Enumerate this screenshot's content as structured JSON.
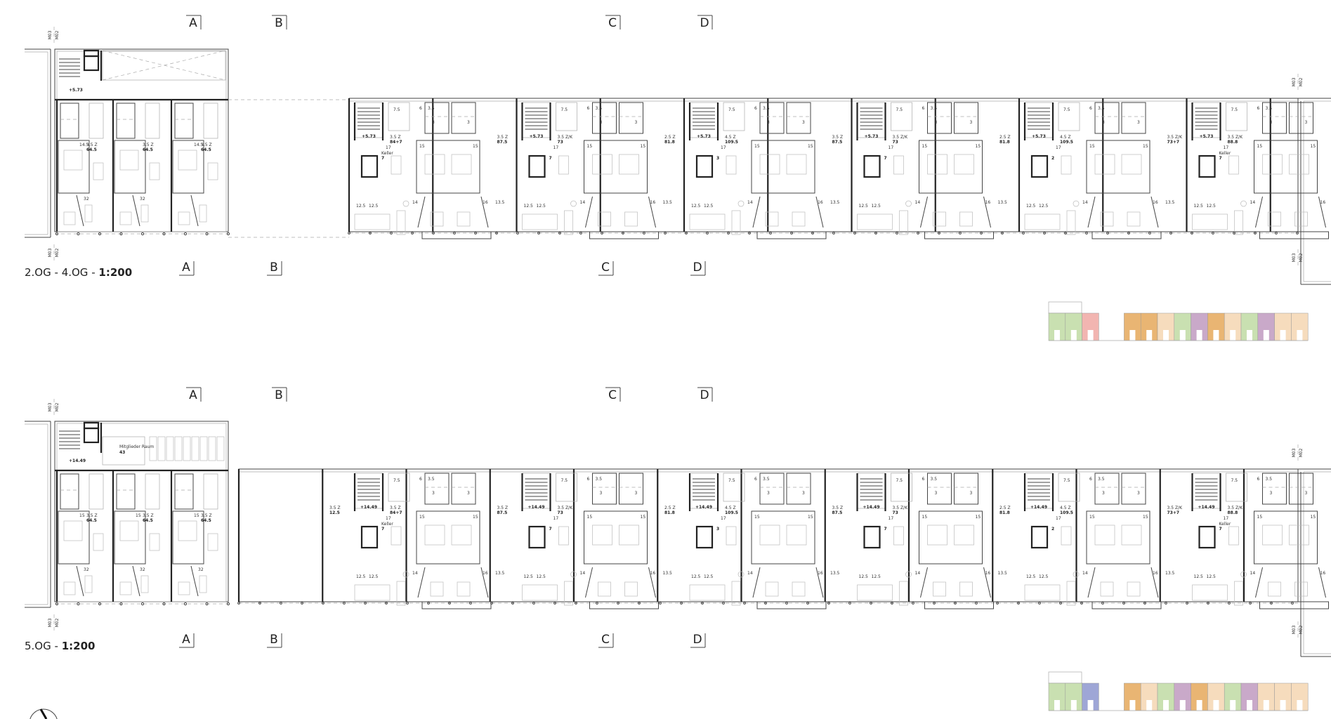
{
  "plans": [
    {
      "id": "upper",
      "title_floor": "2.OG - 4.OG - ",
      "title_scale": "1:200",
      "elevation": "+5.73",
      "left_block": {
        "elevation": "+5.73",
        "units": [
          {
            "type": "3.5 Z",
            "area": "64.5",
            "room": "14.5",
            "living": "32"
          },
          {
            "type": "3.5 Z",
            "area": "64.5",
            "room": "",
            "living": "32"
          },
          {
            "type": "3.5 Z",
            "area": "64.5",
            "room": "14.5",
            "living": ""
          }
        ]
      },
      "cores": [
        {
          "elev": "+5.73",
          "left_type": "",
          "left_area": "",
          "right_type": "3.5 Z",
          "right_area": "84+7",
          "storage": "Keller",
          "storage_area": "7"
        },
        {
          "elev": "+5.73",
          "left_type": "3.5 Z",
          "left_area": "87.5",
          "right_type": "3.5 Z/K",
          "right_area": "73",
          "storage": "",
          "storage_area": "7"
        },
        {
          "elev": "+5.73",
          "left_type": "2.5 Z",
          "left_area": "81.8",
          "right_type": "4.5 Z",
          "right_area": "109.5",
          "storage": "",
          "storage_area": "3"
        },
        {
          "elev": "+5.73",
          "left_type": "3.5 Z",
          "left_area": "87.5",
          "right_type": "3.5 Z/K",
          "right_area": "73",
          "storage": "",
          "storage_area": "7"
        },
        {
          "elev": "+5.73",
          "left_type": "2.5 Z",
          "left_area": "81.8",
          "right_type": "4.5 Z",
          "right_area": "109.5",
          "storage": "",
          "storage_area": "2"
        },
        {
          "elev": "+5.73",
          "left_type": "3.5 Z/K",
          "left_area": "73+7",
          "right_type": "3.5 Z/K",
          "right_area": "88.8",
          "storage": "Keller",
          "storage_area": "7"
        }
      ]
    },
    {
      "id": "lower",
      "title_floor": "5.OG - ",
      "title_scale": "1:200",
      "elevation": "+14.49",
      "left_block": {
        "elevation": "+14.49",
        "common_room": "Mitglieder Raum",
        "common_room_area": "43",
        "units": [
          {
            "type": "3.5 Z",
            "area": "64.5",
            "room": "15",
            "living": "32"
          },
          {
            "type": "3.5 Z",
            "area": "64.5",
            "room": "15",
            "living": "32"
          },
          {
            "type": "3.5 Z",
            "area": "64.5",
            "room": "15",
            "living": "32"
          }
        ]
      },
      "cores": [
        {
          "elev": "+14.49",
          "left_type": "3.5 Z",
          "left_area": "12.5",
          "right_type": "3.5 Z",
          "right_area": "84+7",
          "storage": "Keller",
          "storage_area": "7"
        },
        {
          "elev": "+14.49",
          "left_type": "3.5 Z",
          "left_area": "87.5",
          "right_type": "3.5 Z/K",
          "right_area": "73",
          "storage": "",
          "storage_area": "7"
        },
        {
          "elev": "+14.49",
          "left_type": "2.5 Z",
          "left_area": "81.8",
          "right_type": "4.5 Z",
          "right_area": "109.5",
          "storage": "",
          "storage_area": "3"
        },
        {
          "elev": "+14.49",
          "left_type": "3.5 Z",
          "left_area": "87.5",
          "right_type": "3.5 Z/K",
          "right_area": "73",
          "storage": "",
          "storage_area": "7"
        },
        {
          "elev": "+14.49",
          "left_type": "2.5 Z",
          "left_area": "81.8",
          "right_type": "4.5 Z",
          "right_area": "109.5",
          "storage": "",
          "storage_area": "2"
        },
        {
          "elev": "+14.49",
          "left_type": "3.5 Z/K",
          "left_area": "73+7",
          "right_type": "3.5 Z/K",
          "right_area": "88.8",
          "storage": "Keller",
          "storage_area": "7"
        }
      ]
    }
  ],
  "room_sizes": [
    "7.5",
    "3.5",
    "6",
    "3",
    "15",
    "14",
    "16",
    "12.5",
    "13.5",
    "17"
  ],
  "section_markers": [
    "A",
    "B",
    "C",
    "D"
  ],
  "axis_labels": [
    "M03",
    "M02"
  ],
  "key_plan_colors": {
    "green": "#c9e0b1",
    "pink": "#f2b5b1",
    "orange": "#e9b573",
    "beige": "#f6dcbd",
    "purple": "#c9a9c9",
    "blue": "#9ea6d6"
  },
  "key_plans": [
    {
      "sequence": [
        "green",
        "green",
        "pink",
        "gap",
        "orange",
        "orange",
        "beige",
        "green",
        "purple",
        "orange",
        "beige",
        "green",
        "purple",
        "beige",
        "beige"
      ]
    },
    {
      "sequence": [
        "green",
        "green",
        "blue",
        "gap",
        "orange",
        "beige",
        "green",
        "purple",
        "orange",
        "beige",
        "green",
        "purple",
        "beige",
        "beige",
        "beige"
      ]
    }
  ]
}
